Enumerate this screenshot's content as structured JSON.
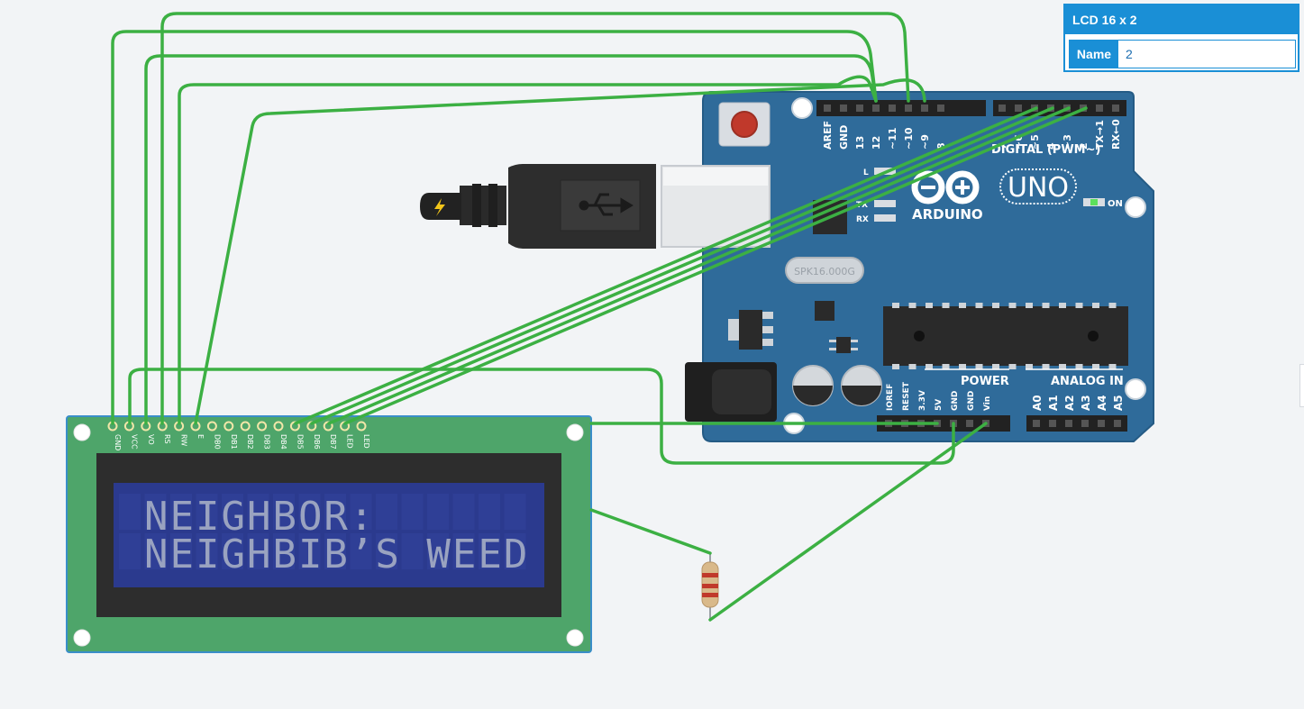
{
  "properties_panel": {
    "title": "LCD 16 x 2",
    "name_label": "Name",
    "name_value": "2"
  },
  "lcd": {
    "line1": "NEIGHBOR:",
    "line2": "NEIGHBIB’S WEED",
    "pins": [
      "GND",
      "VCC",
      "VO",
      "RS",
      "RW",
      "E",
      "DB0",
      "DB1",
      "DB2",
      "DB3",
      "DB4",
      "DB5",
      "DB6",
      "DB7",
      "LED",
      "LED"
    ]
  },
  "arduino": {
    "brand": "ARDUINO",
    "model": "UNO",
    "on_label": "ON",
    "digital_pins": [
      "AREF",
      "GND",
      "13",
      "12",
      "~11",
      "~10",
      "~9",
      "8",
      "7",
      "~6",
      "~5",
      "4",
      "~3",
      "2",
      "TX→1",
      "RX←0"
    ],
    "digital_header": "DIGITAL (PWM~)",
    "power_header": "POWER",
    "power_pins": [
      "IOREF",
      "RESET",
      "3.3V",
      "5V",
      "GND",
      "GND",
      "Vin"
    ],
    "analog_header": "ANALOG IN",
    "analog_pins": [
      "A0",
      "A1",
      "A2",
      "A3",
      "A4",
      "A5"
    ],
    "leds": [
      "L",
      "TX",
      "RX"
    ],
    "crystal": "SPK16.000G"
  },
  "colors": {
    "wire": "#3cb043",
    "board": "#2f6b9a",
    "lcd_pcb": "#4ea56a",
    "lcd_screen": "#2b3a8e",
    "panel_accent": "#1a8fd6"
  }
}
